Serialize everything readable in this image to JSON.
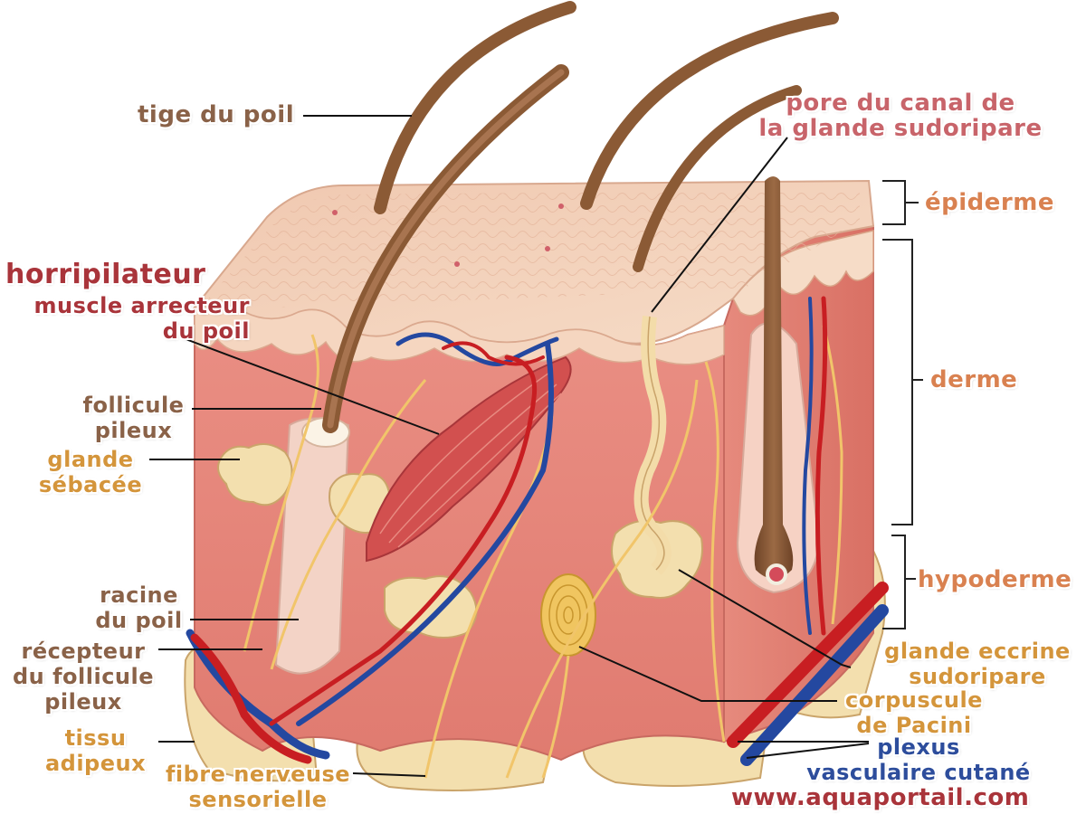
{
  "labels": {
    "hair_shaft": "tige du poil",
    "sweat_pore_l1": "pore du canal de",
    "sweat_pore_l2": "la glande sudoripare",
    "epidermis": "épiderme",
    "dermis": "derme",
    "hypodermis": "hypoderme",
    "arrector_title": "horripilateur",
    "arrector_l1": "muscle arrecteur",
    "arrector_l2": "du poil",
    "follicle_l1": "follicule",
    "follicle_l2": "pileux",
    "sebaceous_l1": "glande",
    "sebaceous_l2": "sébacée",
    "root_l1": "racine",
    "root_l2": "du poil",
    "receptor_l1": "récepteur",
    "receptor_l2": "du follicule",
    "receptor_l3": "pileux",
    "adipose_l1": "tissu",
    "adipose_l2": "adipeux",
    "nerve_l1": "fibre nerveuse",
    "nerve_l2": "sensorielle",
    "eccrine_l1": "glande eccrine",
    "eccrine_l2": "sudoripare",
    "pacini_l1": "corpuscule",
    "pacini_l2": "de Pacini",
    "plexus_l1": "plexus",
    "plexus_l2": "vasculaire cutané",
    "website": "www.aquaportail.com"
  },
  "colors": {
    "label_brown": "#8a6248",
    "label_red": "#a9343a",
    "label_orange": "#d4953b",
    "label_blue": "#2d4d9c",
    "epidermis_top": "#f3d2bd",
    "dermis": "#e5867a",
    "fat": "#f3dfae",
    "artery": "#c81e22",
    "vein": "#2448a0",
    "nerve": "#f1c56a",
    "hair": "#8b5a35"
  }
}
